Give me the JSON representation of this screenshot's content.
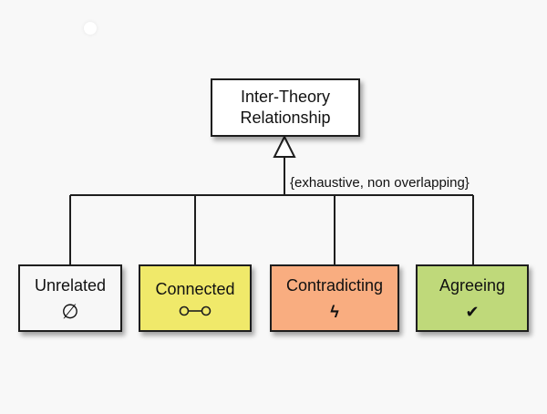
{
  "colors": {
    "background": "#f8f8f8",
    "root_fill": "#ffffff",
    "unrelated_fill": "#f7f7f7",
    "connected_fill": "#f0e96a",
    "contradicting_fill": "#f9ad80",
    "agreeing_fill": "#bfd97a",
    "stroke": "#1e1e1e"
  },
  "root": {
    "line1": "Inter-Theory",
    "line2": "Relationship"
  },
  "constraint": "{exhaustive, non overlapping}",
  "children": [
    {
      "label": "Unrelated",
      "symbol": "∅",
      "symbol_name": "empty-set-icon",
      "fill_key": "unrelated_fill"
    },
    {
      "label": "Connected",
      "symbol": "",
      "symbol_name": "link-circles-icon",
      "fill_key": "connected_fill"
    },
    {
      "label": "Contradicting",
      "symbol": "ϟ",
      "symbol_name": "lightning-icon",
      "fill_key": "contradicting_fill"
    },
    {
      "label": "Agreeing",
      "symbol": "✔",
      "symbol_name": "checkmark-icon",
      "fill_key": "agreeing_fill"
    }
  ]
}
